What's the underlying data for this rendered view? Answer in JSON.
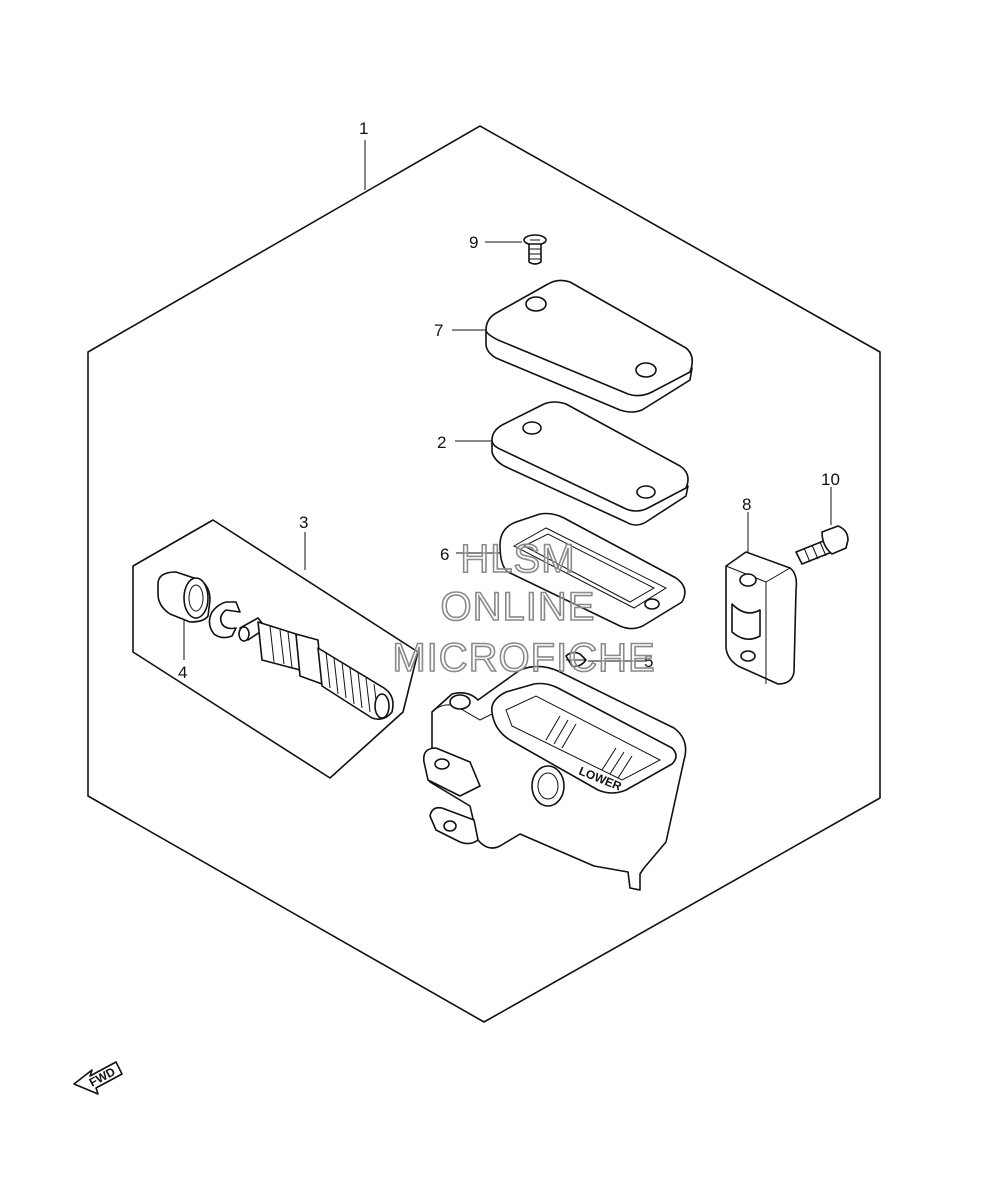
{
  "callouts": {
    "c1": "1",
    "c2": "2",
    "c3": "3",
    "c4": "4",
    "c5": "5",
    "c6": "6",
    "c7": "7",
    "c8": "8",
    "c9": "9",
    "c10": "10"
  },
  "fwd_label": "FWD",
  "body_marking": "LOWER",
  "watermark": {
    "line1": "HLSM",
    "line2": "ONLINE",
    "line3": "MICROFICHE"
  }
}
